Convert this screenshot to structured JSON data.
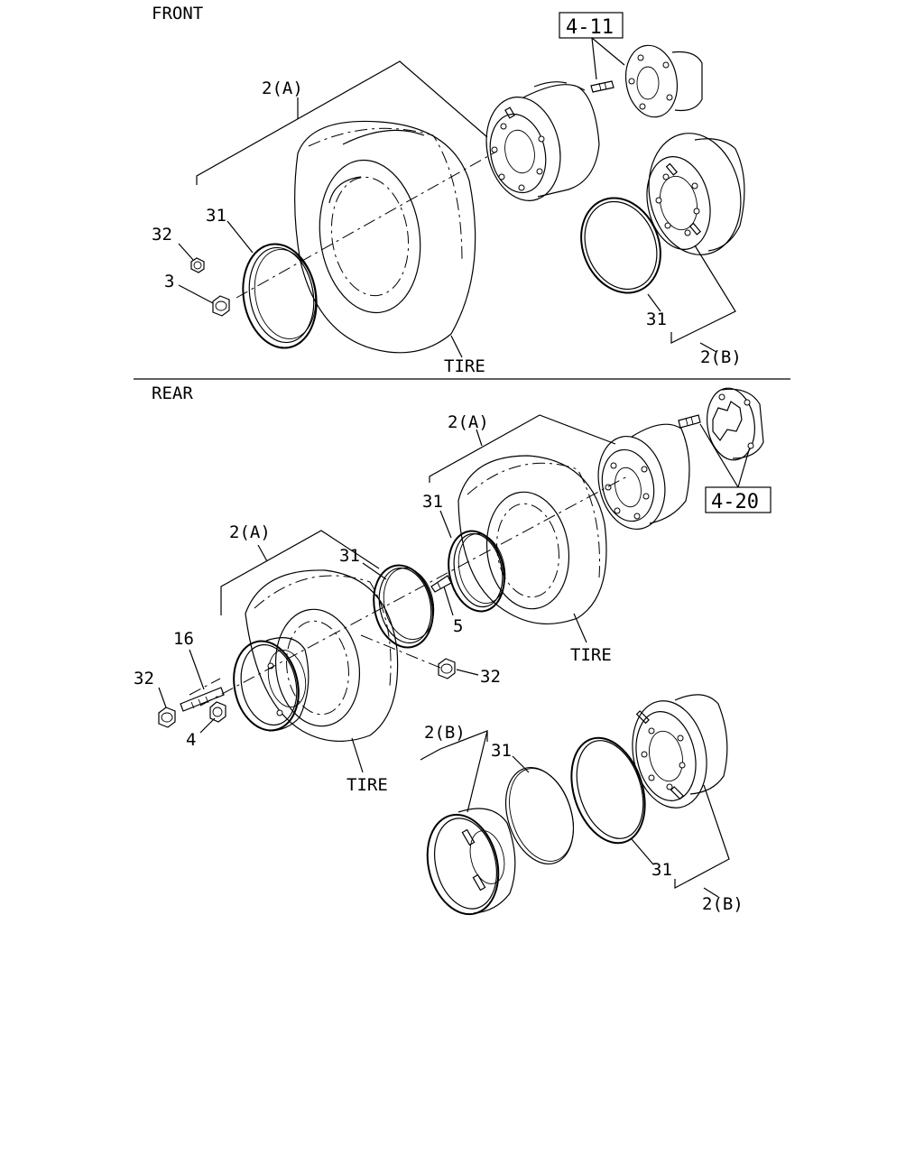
{
  "sections": {
    "front": "FRONT",
    "rear": "REAR"
  },
  "refs": {
    "front_hub": "4-11",
    "rear_hub": "4-20"
  },
  "labels": {
    "tire": "TIRE",
    "wheel_a": "2(A)",
    "wheel_b": "2(B)",
    "ring": "31",
    "cap_nut": "32",
    "nut": "3",
    "inner_nut": "4",
    "stud_inner": "5",
    "stud_long": "16"
  }
}
